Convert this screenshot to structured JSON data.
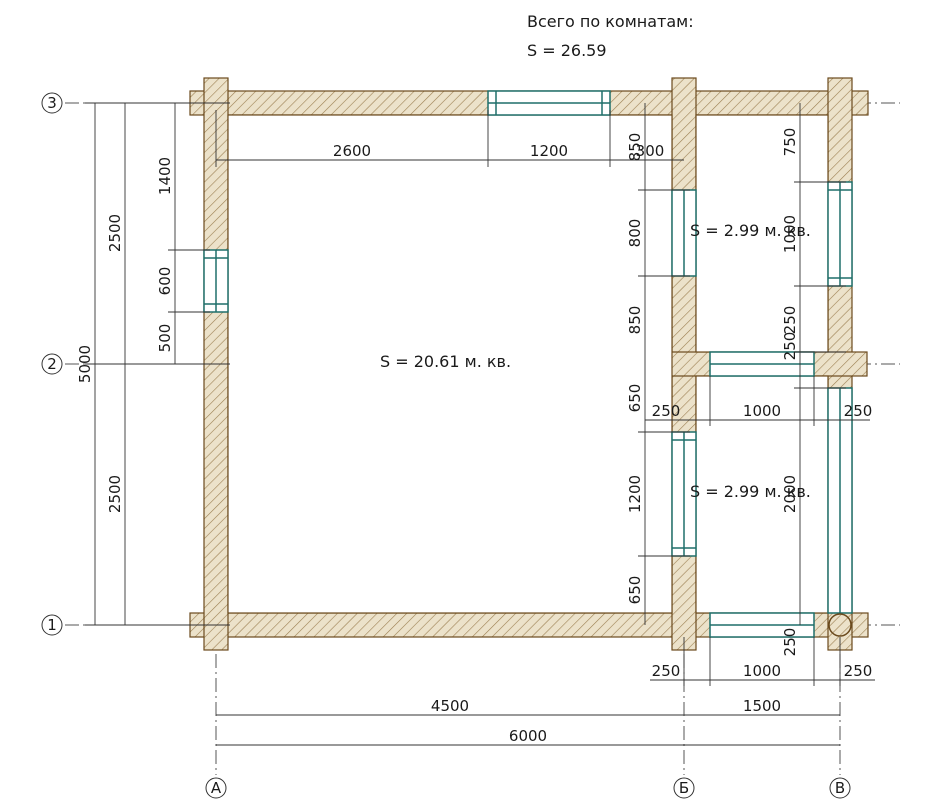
{
  "summary": {
    "title": "Всего по комнатам:",
    "total": "S   =  26.59"
  },
  "rooms": [
    {
      "id": "big",
      "label": "S   =  20.61 м. кв."
    },
    {
      "id": "top-right",
      "label": "S   =  2.99 м. кв."
    },
    {
      "id": "bottom-right",
      "label": "S   =  2.99 м. кв."
    }
  ],
  "axes": {
    "horizontal": [
      "1",
      "2",
      "3"
    ],
    "vertical": [
      "А",
      "Б",
      "В"
    ]
  },
  "dimensions": {
    "top_2600": "2600",
    "top_1200": "1200",
    "top_850": "850",
    "top_300": "300",
    "left_1400": "1400",
    "left_600": "600",
    "left_500": "500",
    "left_2500_top": "2500",
    "left_2500_bottom": "2500",
    "left_5000": "5000",
    "mid_800": "800",
    "mid_850": "850",
    "mid_650_top": "650",
    "mid_1200": "1200",
    "mid_650_bottom": "650",
    "right_750": "750",
    "right_1000": "1000",
    "right_250_a": "250",
    "right_250_b": "250",
    "right_2000": "2000",
    "right_250_c": "250",
    "row_250_left": "250",
    "row_1000": "1000",
    "row_250_right": "250",
    "bot_250_left": "250",
    "bot_1000": "1000",
    "bot_250_right": "250",
    "bot_4500": "4500",
    "bot_1500": "1500",
    "bot_6000": "6000"
  },
  "colors": {
    "wall_fill": "#e9dfc7",
    "wall_stroke": "#6b4a1d",
    "window": "#1f6f6a",
    "line": "#333333"
  }
}
